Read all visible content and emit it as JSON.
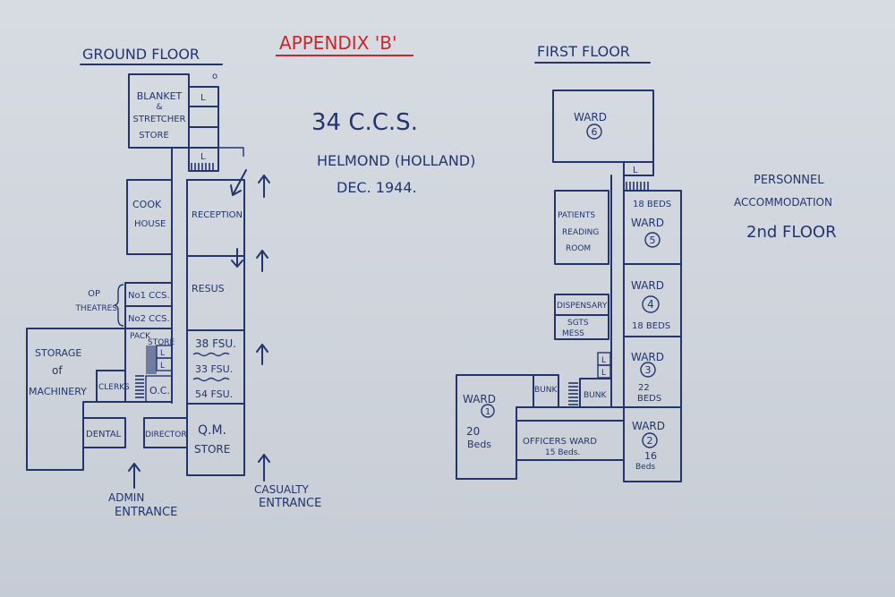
{
  "appendix_title": "APPENDIX 'B'",
  "unit_title": "34 C.C.S.",
  "location": "HELMOND (HOLLAND)",
  "date": "DEC. 1944.",
  "ground_floor": {
    "heading": "GROUND FLOOR",
    "blanket_store": [
      "BLANKET",
      "&",
      "STRETCHER",
      "STORE"
    ],
    "latrine": "L",
    "cook_house": [
      "COOK",
      "HOUSE"
    ],
    "reception": "RECEPTION",
    "resus": "RESUS",
    "op_theatres": [
      "OP",
      "THEATRES"
    ],
    "no1_ccs": "No1 CCS.",
    "no2_ccs": "No2 CCS.",
    "pack_store": [
      "PACK",
      "STORE"
    ],
    "storage_machinery": [
      "STORAGE",
      "of",
      "MACHINERY"
    ],
    "clerks": "CLERKS",
    "oc": "O.C.",
    "fsu_38": "38 FSU.",
    "fsu_33": "33 FSU.",
    "fsu_54": "54 FSU.",
    "dental": "DENTAL",
    "director": "DIRECTOR",
    "qm_store": [
      "Q.M.",
      "STORE"
    ],
    "admin_entrance": [
      "ADMIN",
      "ENTRANCE"
    ],
    "casualty_entrance": [
      "CASUALTY",
      "ENTRANCE"
    ],
    "mark_o": "o"
  },
  "first_floor": {
    "heading": "FIRST FLOOR",
    "ward6": {
      "label": "WARD",
      "number": "6"
    },
    "latrine": "L",
    "ward5": {
      "beds": "18 BEDS",
      "label": "WARD",
      "number": "5"
    },
    "patients_reading_room": [
      "PATIENTS",
      "READING",
      "ROOM"
    ],
    "ward4": {
      "label": "WARD",
      "number": "4",
      "beds": "18 BEDS"
    },
    "dispensary": "DISPENSARY",
    "sgts_mess": [
      "SGTS",
      "MESS"
    ],
    "ward3": {
      "label": "WARD",
      "number": "3",
      "beds": [
        "22",
        "BEDS"
      ]
    },
    "bunk_1": "BUNK",
    "bunk_2": "BUNK",
    "ward1": {
      "label": "WARD",
      "number": "1",
      "beds": [
        "20",
        "Beds"
      ]
    },
    "officers_ward": [
      "OFFICERS WARD",
      "15 Beds."
    ],
    "ward2": {
      "label": "WARD",
      "number": "2",
      "beds": [
        "16",
        "Beds"
      ]
    }
  },
  "second_floor_note": [
    "PERSONNEL",
    "ACCOMMODATION",
    "2nd FLOOR"
  ]
}
